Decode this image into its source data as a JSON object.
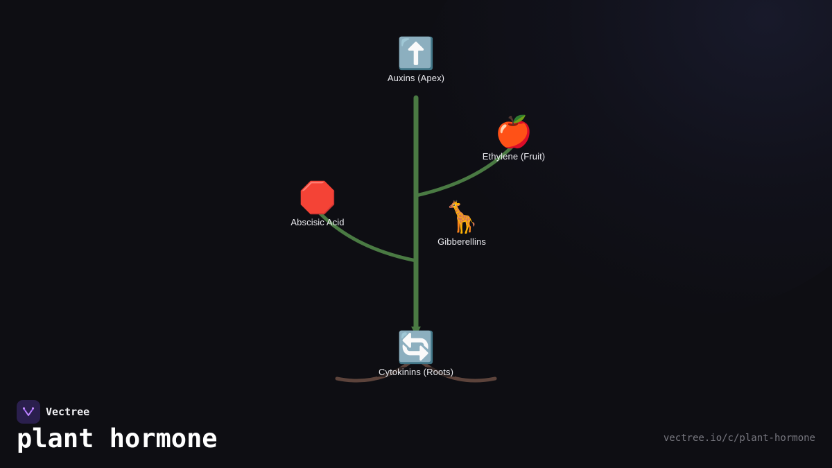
{
  "nodes": {
    "auxins": {
      "icon": "⬆️",
      "label": "Auxins (Apex)"
    },
    "ethylene": {
      "icon": "🍎",
      "label": "Ethylene (Fruit)"
    },
    "abscisic": {
      "icon": "🛑",
      "label": "Abscisic Acid"
    },
    "gibberellins": {
      "icon": "🦒",
      "label": "Gibberellins"
    },
    "cytokinins": {
      "icon": "🔄",
      "label": "Cytokinins (Roots)"
    }
  },
  "colors": {
    "stem": "#4a7a43",
    "root": "#5c433b",
    "background": "#0e0e13",
    "brand_accent": "#9b5cf0"
  },
  "footer": {
    "brand": "Vectree",
    "title": "plant hormone",
    "url": "vectree.io/c/plant-hormone"
  }
}
